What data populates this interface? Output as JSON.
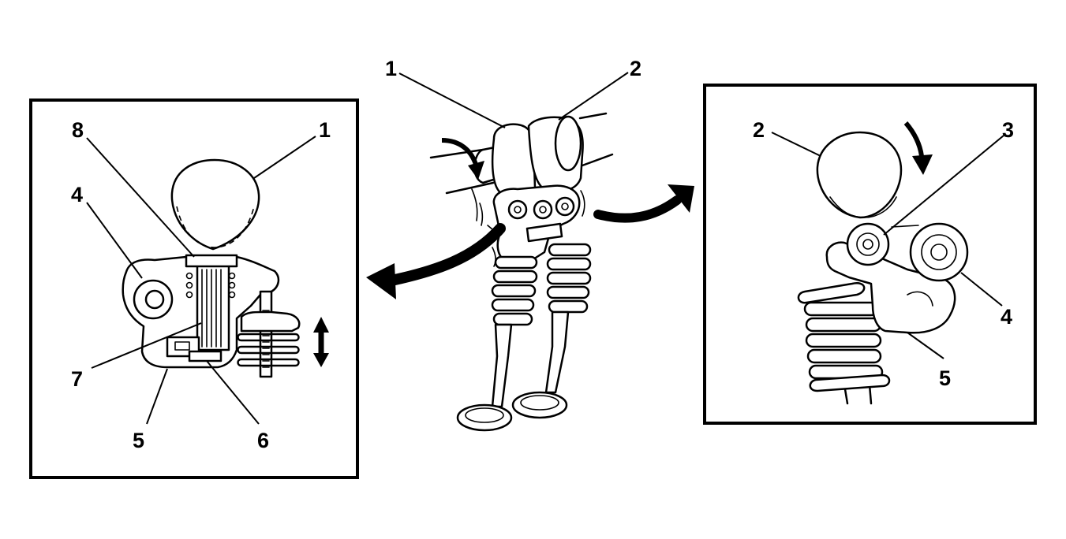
{
  "callouts": {
    "center": {
      "c1": "1",
      "c2": "2"
    },
    "left": {
      "l1": "1",
      "l4": "4",
      "l5": "5",
      "l6": "6",
      "l7": "7",
      "l8": "8"
    },
    "right": {
      "r2": "2",
      "r3": "3",
      "r4": "4",
      "r5": "5"
    }
  }
}
